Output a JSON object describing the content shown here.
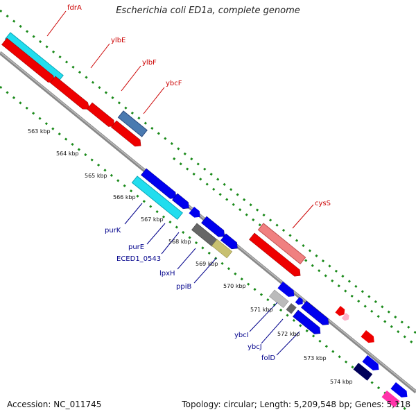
{
  "title": "Escherichia coli ED1a, complete genome",
  "footer": {
    "accession": "Accession: NC_011745",
    "summary": "Topology: circular; Length: 5,209,548 bp; Genes: 5,118"
  },
  "kbp_labels": [
    "563 kbp",
    "564 kbp",
    "565 kbp",
    "566 kbp",
    "567 kbp",
    "568 kbp",
    "569 kbp",
    "570 kbp",
    "571 kbp",
    "572 kbp",
    "573 kbp",
    "574 kbp"
  ],
  "gene_labels": {
    "fdrA": "fdrA",
    "ylbE": "ylbE",
    "ylbF": "ylbF",
    "ybcF": "ybcF",
    "cysS": "cysS",
    "purK": "purK",
    "purE": "purE",
    "eced": "ECED1_0543",
    "lpxH": "lpxH",
    "ppiB": "ppiB",
    "ybcI": "ybcI",
    "ybcJ": "ybcJ",
    "folD": "folD"
  },
  "colors": {
    "red": "#ee0000",
    "cyan": "#22ddee",
    "blue": "#0000ee",
    "steel": "#4a7ab0",
    "pink": "#f08080",
    "gray": "#666666",
    "khaki": "#c8c070",
    "silver": "#bbbbbb",
    "navy": "#00005a",
    "magenta": "#ff33aa",
    "dots": "#1a8a1a",
    "axis": "#888888"
  }
}
